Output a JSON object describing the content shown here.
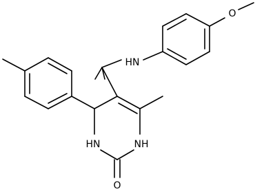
{
  "structure": {
    "atoms": [
      {
        "id": "O1",
        "label": "O"
      },
      {
        "id": "N1",
        "label": "HN"
      },
      {
        "id": "N2",
        "label": "HN"
      },
      {
        "id": "N3",
        "label": "NH"
      },
      {
        "id": "O2",
        "label": "O"
      }
    ]
  },
  "colors": {
    "bond": "#000000",
    "label": "#000000",
    "background": "#ffffff"
  }
}
